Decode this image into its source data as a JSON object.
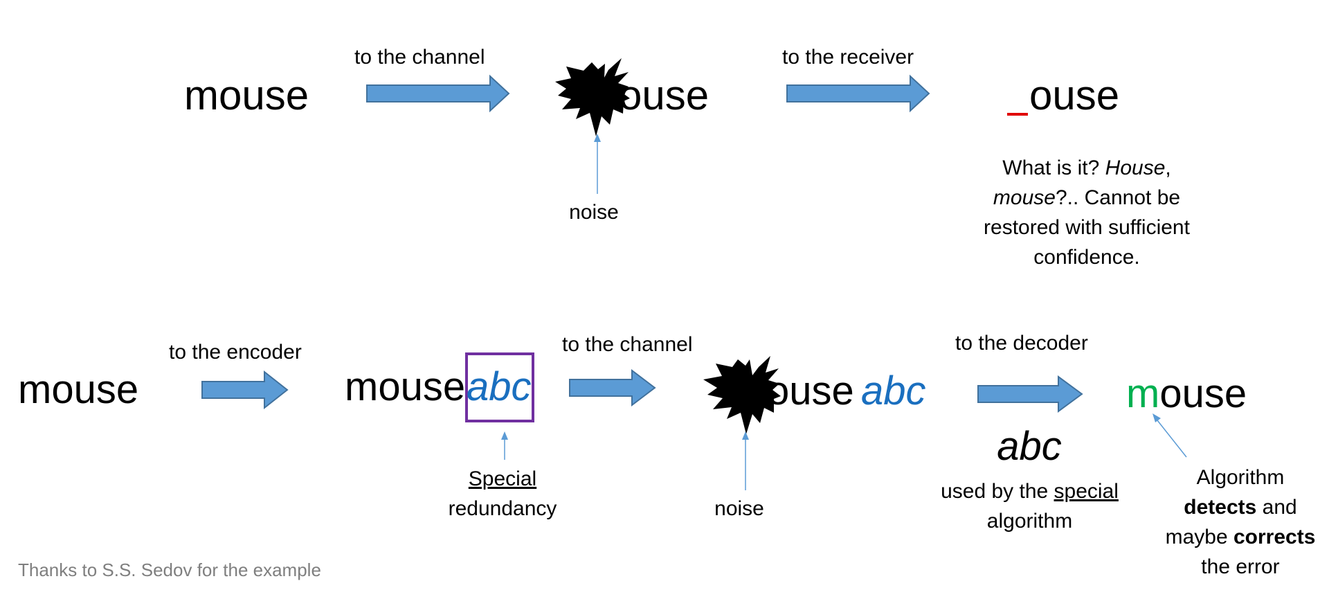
{
  "top_row": {
    "source_word": "mouse",
    "to_channel_label": "to the channel",
    "corrupted_word_suffix": "ouse",
    "noise_label": "noise",
    "to_receiver_label": "to the receiver",
    "received_word_suffix": "ouse",
    "question": {
      "line1_a": "What is it? ",
      "line1_b": "House",
      "line1_c": ",",
      "line2_a": "mouse",
      "line2_b": "?.. Cannot be",
      "line3": "restored with sufficient",
      "line4": "confidence."
    }
  },
  "bottom_row": {
    "source_word": "mouse",
    "to_encoder_label": "to the encoder",
    "encoded_word": "mouse",
    "encoded_suffix": "abc",
    "redundancy_label_1": "Special",
    "redundancy_label_2": "redundancy",
    "to_channel_label": "to the channel",
    "corrupted_word_suffix": "ouse",
    "corrupted_abc": "abc",
    "noise_label": "noise",
    "to_decoder_label": "to the decoder",
    "decoder_abc": "abc",
    "used_by_a": "used by the ",
    "used_by_b": "special",
    "used_by_c": "algorithm",
    "restored_first_letter": "m",
    "restored_rest": "ouse",
    "algorithm_line1": "Algorithm",
    "algorithm_line2_bold": "detects",
    "algorithm_line2_rest": " and",
    "algorithm_line3_a": "maybe ",
    "algorithm_line3_bold": "corrects",
    "algorithm_line4": "the error"
  },
  "credit": "Thanks to S.S. Sedov for the example",
  "colors": {
    "arrow_fill": "#5b9bd5",
    "arrow_stroke": "#41719c",
    "abc_blue": "#1a6fbf",
    "box_purple": "#7030a0",
    "missing_red": "#e00000",
    "restored_green": "#00b050",
    "credit_gray": "#7f7f7f"
  }
}
